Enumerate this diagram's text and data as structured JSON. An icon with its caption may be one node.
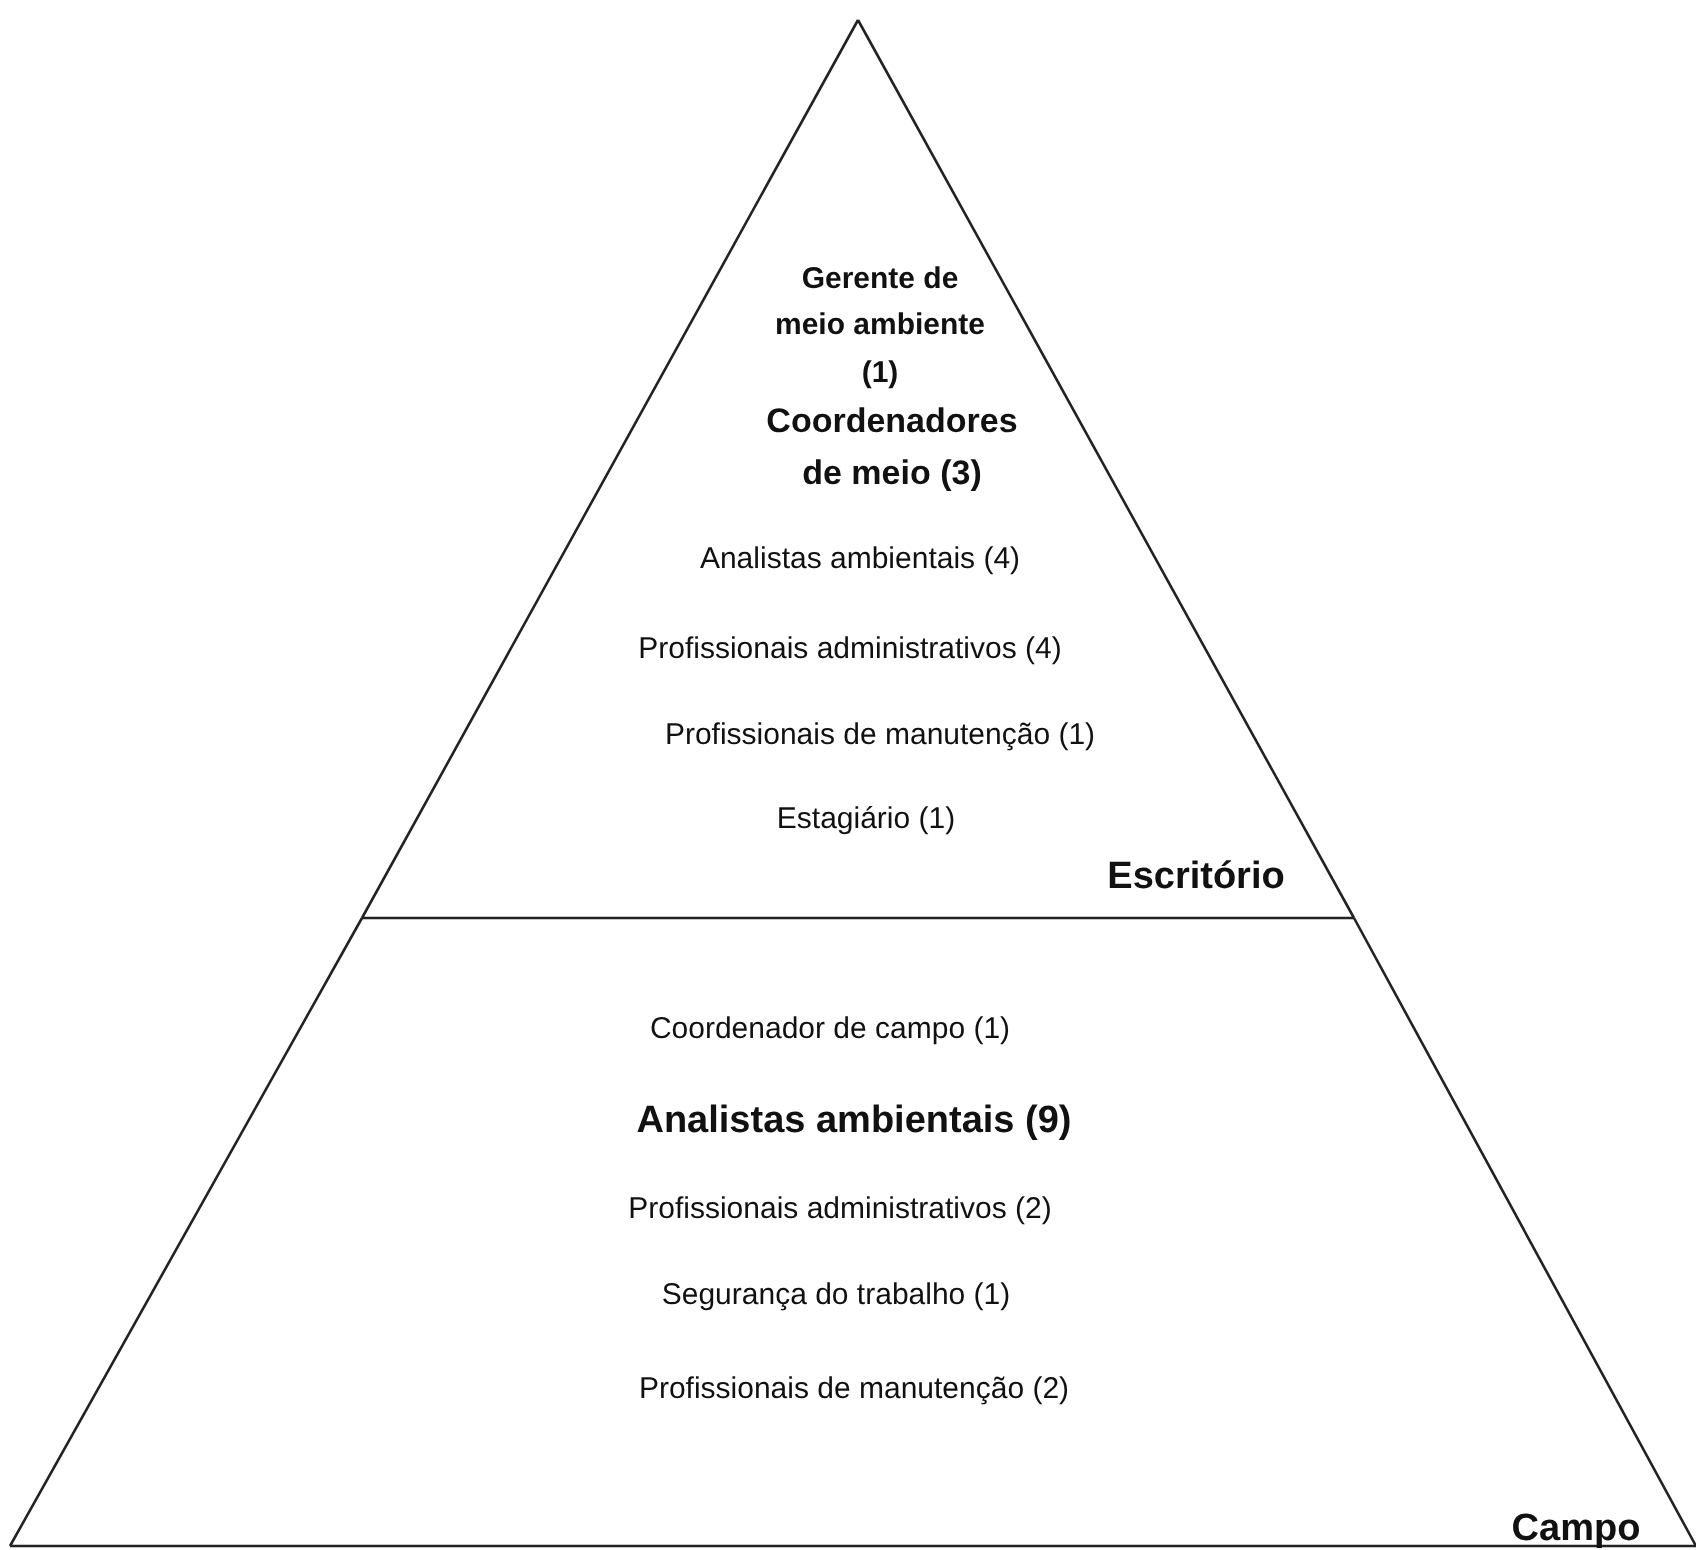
{
  "diagram": {
    "nodes": [
      {
        "text": [
          "Gerente de meio ambiente (1)",
          "Coordenadores de meio (3)",
          "Analistas ambientais (4)",
          "Profissionais administrativos (4)",
          "Profissionais de manutenção (1)",
          "Estagiário (1)",
          "Escritório"
        ]
      },
      {
        "text": [
          "Coordenador de campo (1)",
          "Analistas ambientais (9)",
          "Profissionais administrativos (2)",
          "Segurança do trabalho (1)",
          "Profissionais de manutenção (2)",
          "Campo"
        ]
      }
    ]
  }
}
